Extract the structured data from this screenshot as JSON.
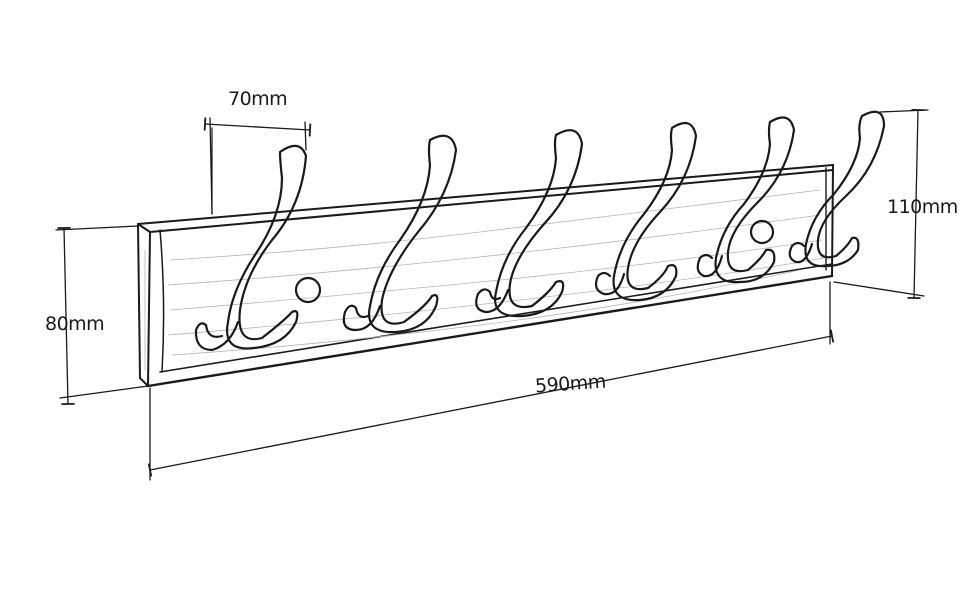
{
  "dimensions": {
    "hook_spacing": "70mm",
    "board_height": "80mm",
    "board_length": "590mm",
    "hook_depth": "110mm"
  },
  "hook_count": 6,
  "colors": {
    "ink": "#1a1a1a",
    "wood_grain": "#b5b5b5",
    "paper": "#ffffff"
  }
}
